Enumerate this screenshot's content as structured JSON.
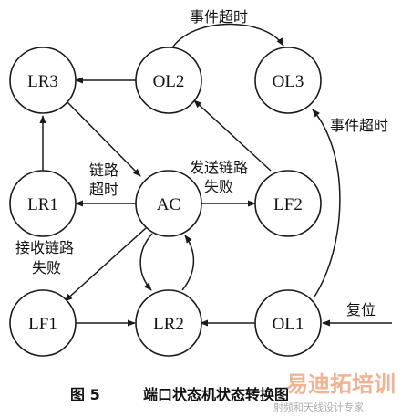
{
  "nodes": {
    "lr3": "LR3",
    "ol2": "OL2",
    "ol3": "OL3",
    "lr1": "LR1",
    "ac": "AC",
    "lf2": "LF2",
    "lf1": "LF1",
    "lr2": "LR2",
    "ol1": "OL1"
  },
  "edge_labels": {
    "event_timeout_top": "事件超时",
    "event_timeout_right": "事件超时",
    "link_timeout_line1": "链路",
    "link_timeout_line2": "超时",
    "send_link_fail_line1": "发送链路",
    "send_link_fail_line2": "失败",
    "recv_link_fail_line1": "接收链路",
    "recv_link_fail_line2": "失败",
    "reset": "复位"
  },
  "caption": {
    "figure_number": "图 5",
    "title": "端口状态机状态转换图"
  },
  "watermark": {
    "main": "易迪拓培训",
    "sub": "射频和天线设计专家"
  }
}
